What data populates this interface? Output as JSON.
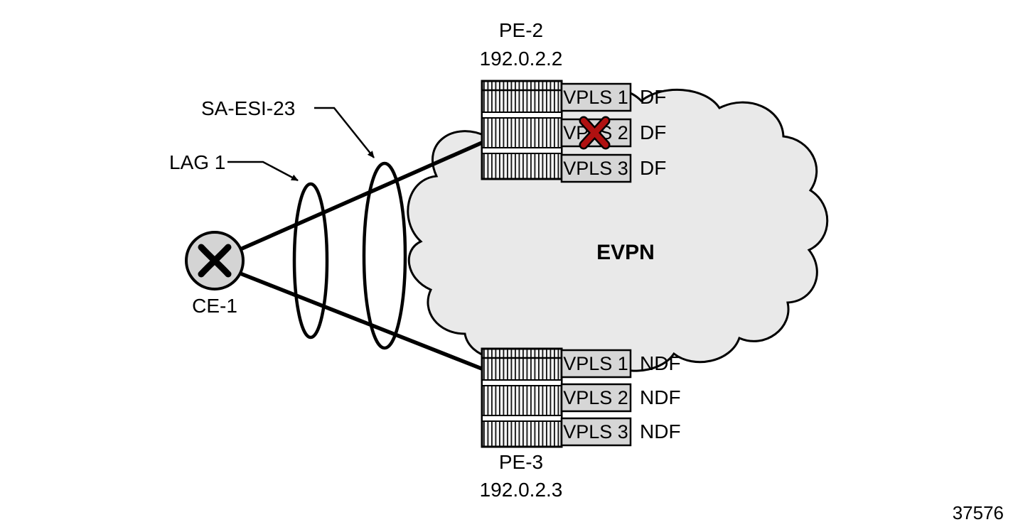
{
  "diagram": {
    "figure_number": "37576",
    "evpn_cloud_label": "EVPN",
    "ce1": {
      "label": "CE-1"
    },
    "lag": {
      "label": "LAG 1"
    },
    "esi": {
      "label": "SA-ESI-23"
    },
    "pe2": {
      "name": "PE-2",
      "ip": "192.0.2.2",
      "vpls": [
        {
          "label": "VPLS 1",
          "role": "DF",
          "failed": false
        },
        {
          "label": "VPLS 2",
          "role": "DF",
          "failed": true
        },
        {
          "label": "VPLS 3",
          "role": "DF",
          "failed": false
        }
      ]
    },
    "pe3": {
      "name": "PE-3",
      "ip": "192.0.2.3",
      "vpls": [
        {
          "label": "VPLS 1",
          "role": "NDF",
          "failed": false
        },
        {
          "label": "VPLS 2",
          "role": "NDF",
          "failed": false
        },
        {
          "label": "VPLS 3",
          "role": "NDF",
          "failed": false
        }
      ]
    },
    "colors": {
      "cloud_fill": "#e9e9e9",
      "node_fill": "#d4d4d4",
      "box_fill": "#d6d6d6",
      "failure_x": "#b01111",
      "line": "#000000"
    }
  }
}
